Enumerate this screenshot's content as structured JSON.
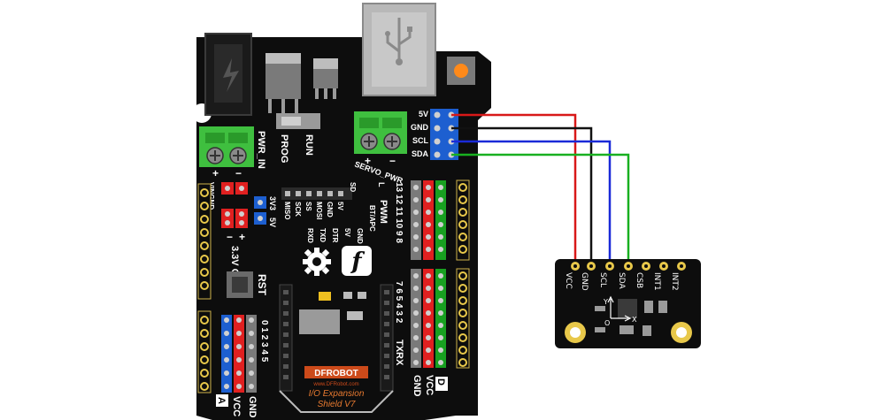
{
  "shield": {
    "pwr_in": "PWR_IN",
    "prog": "PROG",
    "run": "RUN",
    "servo_pwr": "SERVO_PWR",
    "vingnd": "VINGND",
    "out_3v3": "3.3V OUT",
    "v3v3": "3V3",
    "v5v": "5V",
    "rst": "RST",
    "pwm": "PWM",
    "pins_top": "13 12 11 10 9 8",
    "pins_bottom": "7 6 5 4 3 2",
    "txrx": "TXRX",
    "analog": "0 1 2 3 4 5",
    "gnd": "GND",
    "vcc": "VCC",
    "a_label": "A",
    "d_label": "D",
    "sd": "SD",
    "l": "L",
    "icsp_top": [
      "MISO",
      "SCK",
      "SS",
      "MOSI",
      "GND",
      "5V"
    ],
    "icsp_bottom": [
      "RXD",
      "TXD",
      "DTR",
      "5V",
      "GND"
    ],
    "bt_apc": "BT/APC",
    "brand": "DFROBOT",
    "url": "www.DFRobot.com",
    "title": "I/O Expansion",
    "version": "Shield V7",
    "plus": "+",
    "minus": "−",
    "iic_labels": [
      "5V",
      "GND",
      "SCL",
      "SDA"
    ]
  },
  "sensor": {
    "pins": [
      "VCC",
      "GND",
      "SCL",
      "SDA",
      "CSB",
      "INT1",
      "INT2"
    ],
    "axis_y": "Y",
    "axis_x": "X",
    "axis_o": "O"
  },
  "wires": [
    {
      "name": "5V",
      "color": "#d81818"
    },
    {
      "name": "GND",
      "color": "#111111"
    },
    {
      "name": "SCL",
      "color": "#1a2ad8"
    },
    {
      "name": "SDA",
      "color": "#18b020"
    }
  ]
}
